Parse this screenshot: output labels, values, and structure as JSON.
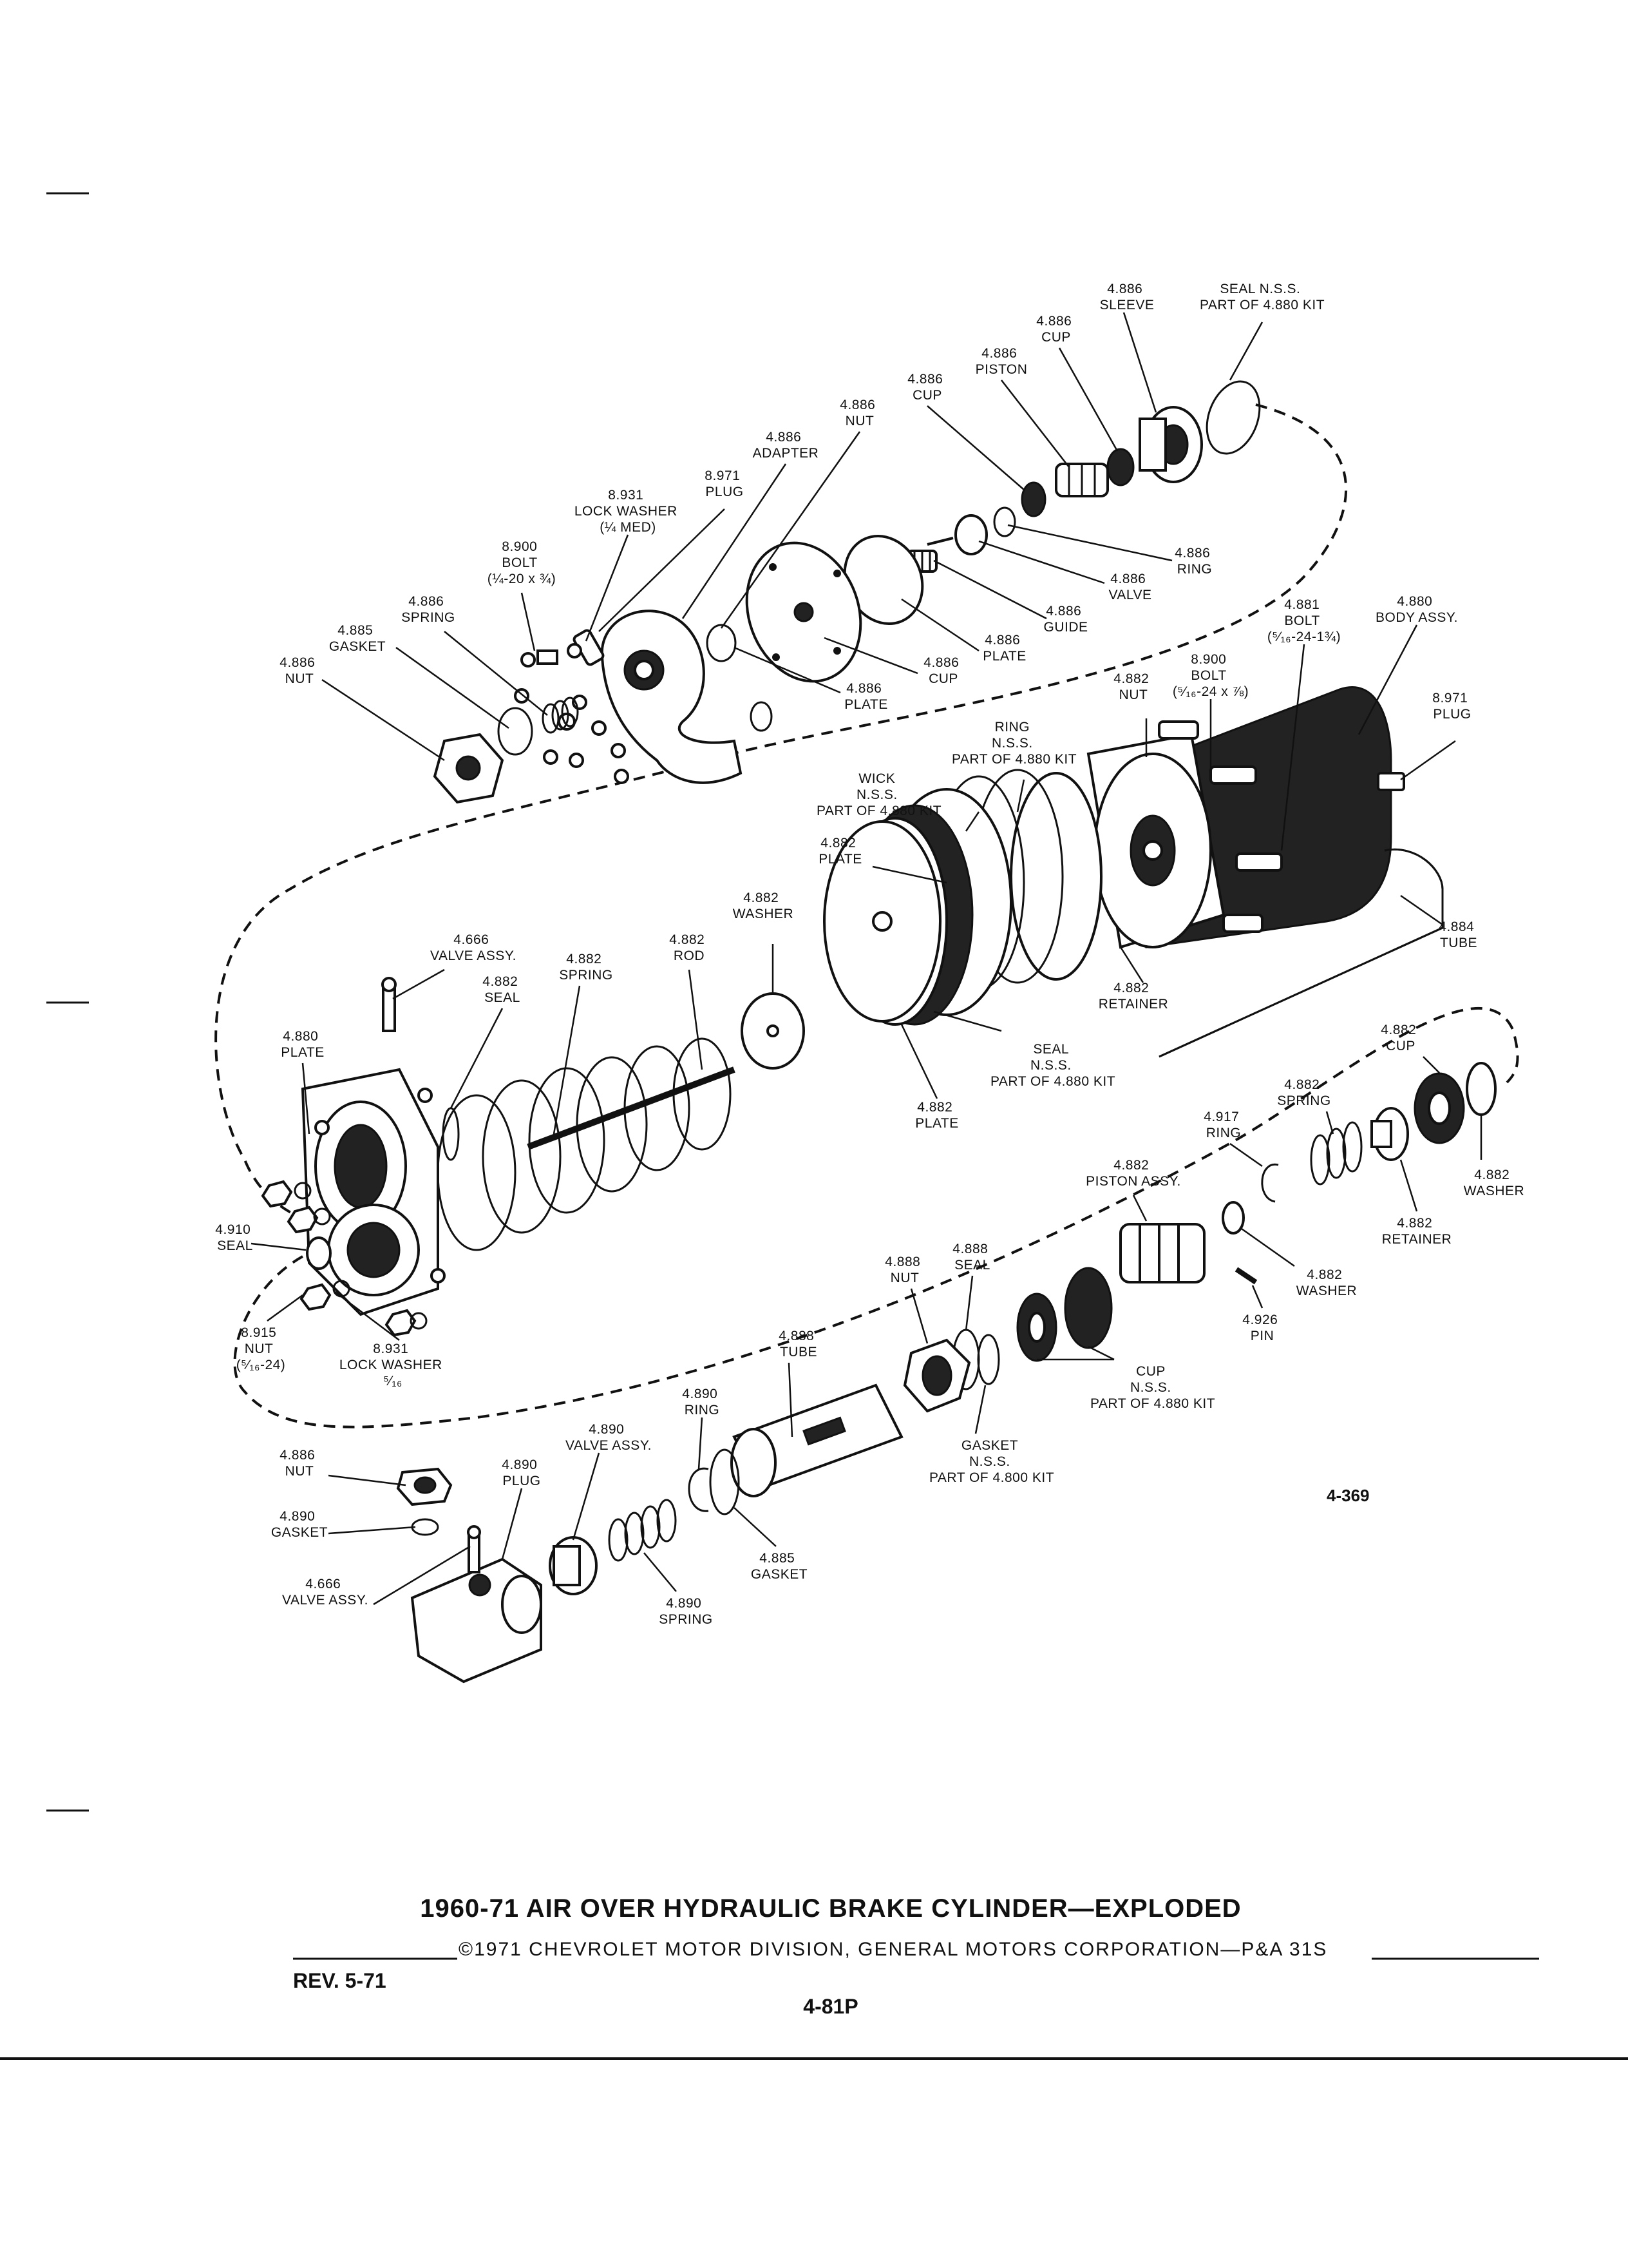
{
  "title": "1960-71 AIR OVER HYDRAULIC BRAKE CYLINDER—EXPLODED",
  "copyright": "©1971 CHEVROLET MOTOR DIVISION, GENERAL MOTORS CORPORATION—P&A 31S",
  "revision": "REV. 5-71",
  "page_number": "4-81P",
  "figure_number": "4-369",
  "callouts": {
    "sleeve": [
      "4.886",
      "SLEEVE"
    ],
    "seal_top": [
      "SEAL N.S.S.",
      "PART OF 4.880 KIT"
    ],
    "cup_top": [
      "4.886",
      "CUP"
    ],
    "piston_top": [
      "4.886",
      "PISTON"
    ],
    "cup_left": [
      "4.886",
      "CUP"
    ],
    "nut_top": [
      "4.886",
      "NUT"
    ],
    "adapter": [
      "4.886",
      "ADAPTER"
    ],
    "plug_top": [
      "8.971",
      "PLUG"
    ],
    "lock_washer_top": [
      "8.931",
      "LOCK WASHER",
      "(¼ MED)"
    ],
    "bolt_top": [
      "8.900",
      "BOLT",
      "(¼-20 x ¾)"
    ],
    "spring_top": [
      "4.886",
      "SPRING"
    ],
    "gasket_top": [
      "4.885",
      "GASKET"
    ],
    "nut_left": [
      "4.886",
      "NUT"
    ],
    "ring_top": [
      "4.886",
      "RING"
    ],
    "valve_top": [
      "4.886",
      "VALVE"
    ],
    "guide": [
      "4.886",
      "GUIDE"
    ],
    "plate_top": [
      "4.886",
      "PLATE"
    ],
    "cup_mid": [
      "4.886",
      "CUP"
    ],
    "plate_mid": [
      "4.886",
      "PLATE"
    ],
    "bolt_881": [
      "4.881",
      "BOLT",
      "(⁵⁄₁₆-24-1¾)"
    ],
    "body_assy": [
      "4.880",
      "BODY ASSY."
    ],
    "plug_right": [
      "8.971",
      "PLUG"
    ],
    "bolt_900": [
      "8.900",
      "BOLT",
      "(⁵⁄₁₆-24 x ⅞)"
    ],
    "nut_882": [
      "4.882",
      "NUT"
    ],
    "ring_nss": [
      "RING",
      "N.S.S.",
      "PART OF 4.880 KIT"
    ],
    "wick_nss": [
      "WICK",
      "N.S.S.",
      "PART OF 4.880 KIT"
    ],
    "plate_882_top": [
      "4.882",
      "PLATE"
    ],
    "washer_882": [
      "4.882",
      "WASHER"
    ],
    "tube_884": [
      "4.884",
      "TUBE"
    ],
    "retainer_882": [
      "4.882",
      "RETAINER"
    ],
    "seal_nss_mid": [
      "SEAL",
      "N.S.S.",
      "PART OF 4.880 KIT"
    ],
    "plate_882_bottom": [
      "4.882",
      "PLATE"
    ],
    "valve_assy_666": [
      "4.666",
      "VALVE ASSY."
    ],
    "rod_882": [
      "4.882",
      "ROD"
    ],
    "spring_882": [
      "4.882",
      "SPRING"
    ],
    "seal_882": [
      "4.882",
      "SEAL"
    ],
    "plate_880": [
      "4.880",
      "PLATE"
    ],
    "cup_882_right": [
      "4.882",
      "CUP"
    ],
    "spring_882_right": [
      "4.882",
      "SPRING"
    ],
    "ring_917": [
      "4.917",
      "RING"
    ],
    "washer_882_right": [
      "4.882",
      "WASHER"
    ],
    "piston_assy_882": [
      "4.882",
      "PISTON ASSY."
    ],
    "retainer_882_right": [
      "4.882",
      "RETAINER"
    ],
    "washer_882_lower": [
      "4.882",
      "WASHER"
    ],
    "pin_926": [
      "4.926",
      "PIN"
    ],
    "seal_910": [
      "4.910",
      "SEAL"
    ],
    "nut_915": [
      "8.915",
      "NUT",
      "(⁵⁄₁₆-24)"
    ],
    "lock_washer_931": [
      "8.931",
      "LOCK WASHER",
      "⁵⁄₁₆"
    ],
    "seal_888": [
      "4.888",
      "SEAL"
    ],
    "nut_888": [
      "4.888",
      "NUT"
    ],
    "tube_888": [
      "4.888",
      "TUBE"
    ],
    "cup_nss": [
      "CUP",
      "N.S.S.",
      "PART OF 4.880 KIT"
    ],
    "ring_890": [
      "4.890",
      "RING"
    ],
    "gasket_nss": [
      "GASKET",
      "N.S.S.",
      "PART OF 4.800 KIT"
    ],
    "valve_assy_890": [
      "4.890",
      "VALVE ASSY."
    ],
    "nut_886_bottom": [
      "4.886",
      "NUT"
    ],
    "plug_890": [
      "4.890",
      "PLUG"
    ],
    "gasket_890": [
      "4.890",
      "GASKET"
    ],
    "valve_assy_666_bottom": [
      "4.666",
      "VALVE ASSY."
    ],
    "gasket_885": [
      "4.885",
      "GASKET"
    ],
    "spring_890": [
      "4.890",
      "SPRING"
    ]
  }
}
